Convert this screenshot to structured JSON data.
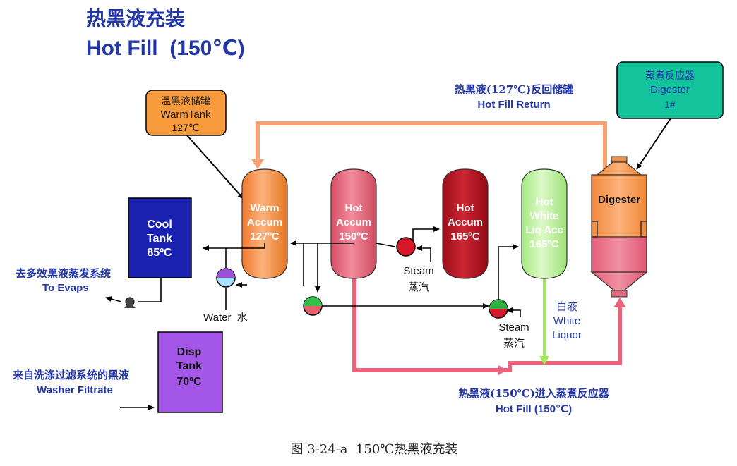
{
  "header": {
    "title_cn": "热黑液充装",
    "title_en": "Hot Fill  (150℃)"
  },
  "tanks": {
    "warm_tank": {
      "cn": "温黑液储罐",
      "en": "WarmTank",
      "temp": "127℃"
    },
    "digester_top": {
      "cn": "蒸煮反应器",
      "en": "Digester",
      "num": "1#"
    },
    "cool_tank": {
      "l1": "Cool",
      "l2": "Tank",
      "l3": "85ºC"
    },
    "disp_tank": {
      "l1": "Disp",
      "l2": "Tank",
      "l3": "70ºC"
    },
    "warm_accum": {
      "l1": "Warm",
      "l2": "Accum",
      "l3": "127ºC"
    },
    "hot_accum_150": {
      "l1": "Hot",
      "l2": "Accum",
      "l3": "150ºC"
    },
    "hot_accum_165": {
      "l1": "Hot",
      "l2": "Accum",
      "l3": "165ºC"
    },
    "hot_white": {
      "l1": "Hot",
      "l2": "White",
      "l3": "Liq Acc",
      "l4": "165ºC"
    },
    "digester_vessel": {
      "label": "Digester"
    }
  },
  "labels": {
    "return_cn": "热黑液(127℃)反回储罐",
    "return_en": "Hot Fill Return",
    "evaps_cn": "去多效黑液蒸发系统",
    "evaps_en": "To Evaps",
    "washer_cn": "来自洗涤过滤系统的黑液",
    "washer_en": "Washer Filtrate",
    "water": "Water  水",
    "steam1_en": "Steam",
    "steam1_cn": "蒸汽",
    "steam2_en": "Steam",
    "steam2_cn": "蒸汽",
    "white_cn": "白液",
    "white_en1": "White",
    "white_en2": "Liquor",
    "fill_cn": "热黑液(150℃)进入蒸煮反应器",
    "fill_en": "Hot Fill (150℃)"
  },
  "caption": "图 3-24-a  150℃热黑液充装",
  "colors": {
    "title": "#2437a8",
    "label_blue": "#2437a8",
    "orange_box": "#f79a3c",
    "teal_box": "#13c39b",
    "cool_tank": "#1a20b0",
    "disp_tank": "#a456e8",
    "warm_accum": "#f99a52",
    "hot_accum_150": "#e46a7c",
    "hot_accum_165": "#b41824",
    "hot_white": "#bff2a0",
    "return_line": "#f6a172",
    "fill_line": "#e9647a",
    "white_line": "#9ee85a"
  }
}
